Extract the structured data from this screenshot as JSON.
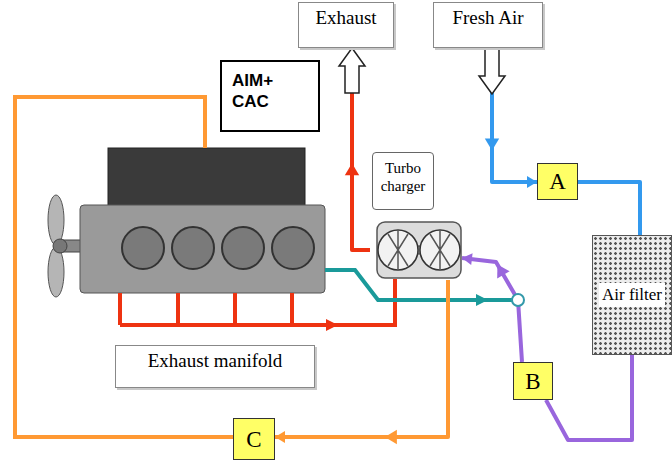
{
  "diagram": {
    "nodes": [
      {
        "text": [
          "Exhaust"
        ]
      },
      {
        "text": [
          "Fresh Air"
        ]
      },
      {
        "text": [
          "AIM+ CAC"
        ]
      },
      {
        "text": [
          "Turbo charger"
        ]
      },
      {
        "text": [
          "A"
        ]
      },
      {
        "text": [
          "Air filter"
        ]
      },
      {
        "text": [
          "Exhaust manifold"
        ]
      },
      {
        "text": [
          "B"
        ]
      },
      {
        "text": [
          "C"
        ]
      }
    ],
    "edges": [
      {
        "from": 1,
        "to": 4,
        "arrow": "to"
      },
      {
        "from": 4,
        "to": 5,
        "arrow": "none"
      },
      {
        "from": 5,
        "to": 7,
        "arrow": "none"
      },
      {
        "from": 7,
        "to": 3,
        "arrow": "to"
      },
      {
        "from": 3,
        "to": 8,
        "arrow": "to"
      },
      {
        "from": 3,
        "to": 0,
        "arrow": "to"
      }
    ]
  }
}
